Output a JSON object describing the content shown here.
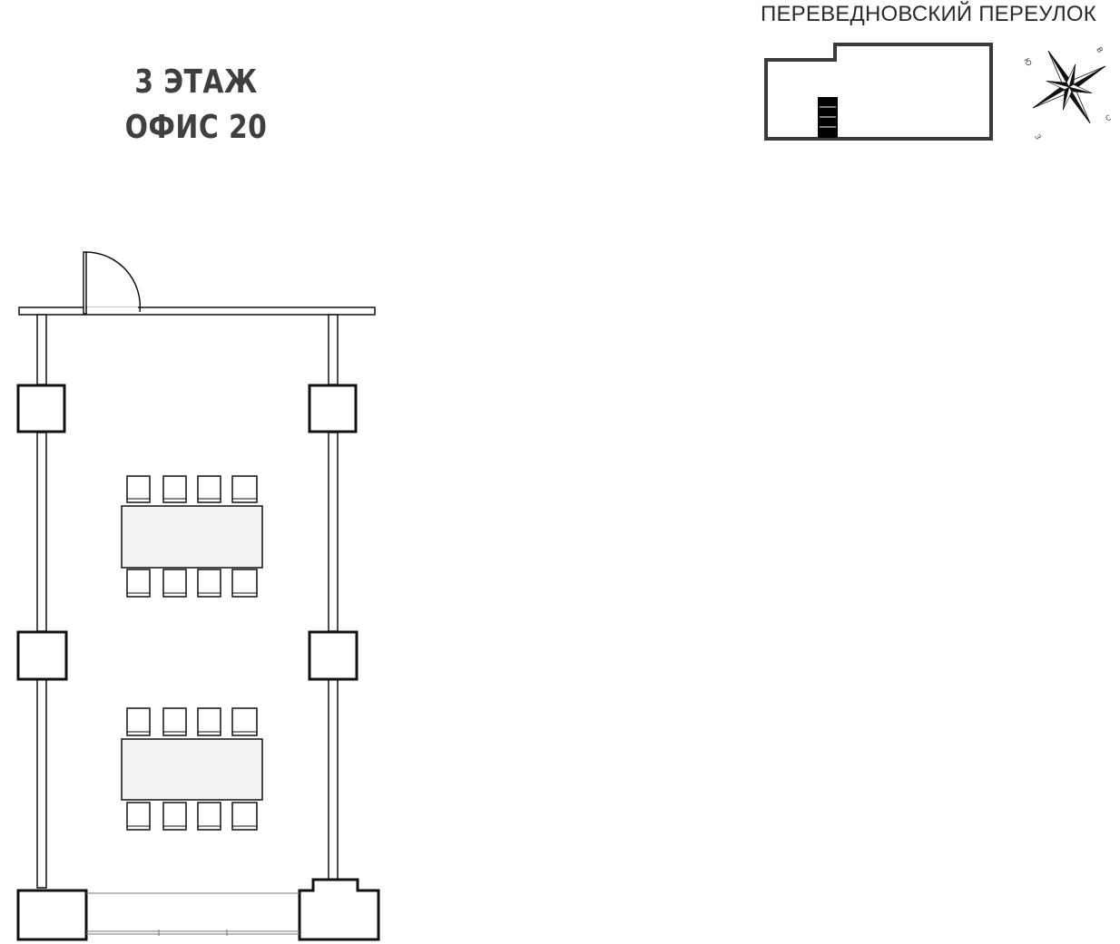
{
  "floor": {
    "floor_label": "3 ЭТАЖ",
    "office_label": "ОФИС 20"
  },
  "street": {
    "name": "ПЕРЕВЕДНОВСКИЙ ПЕРЕУЛОК"
  },
  "compass": {
    "north": "С",
    "south": "Ю",
    "east": "В",
    "west": "З"
  },
  "colors": {
    "wall": "#111111",
    "table_fill": "#f2f2f2",
    "title": "#3f3f3f",
    "marker": "#000000"
  }
}
